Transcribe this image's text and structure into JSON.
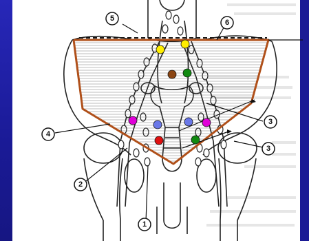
{
  "diagram": {
    "callouts": {
      "one": "1",
      "two": "2",
      "three_upper": "3",
      "three_lower": "3",
      "four": "4",
      "five": "5",
      "six": "6"
    },
    "marker_colors": {
      "yellow": "#ffee00",
      "green": "#118a11",
      "brown": "#8b4513",
      "magenta": "#e000d8",
      "blue": "#6a78e8",
      "red": "#e01010"
    },
    "outline_color": "#b0501a",
    "slide_background": "#1e1e9c"
  }
}
